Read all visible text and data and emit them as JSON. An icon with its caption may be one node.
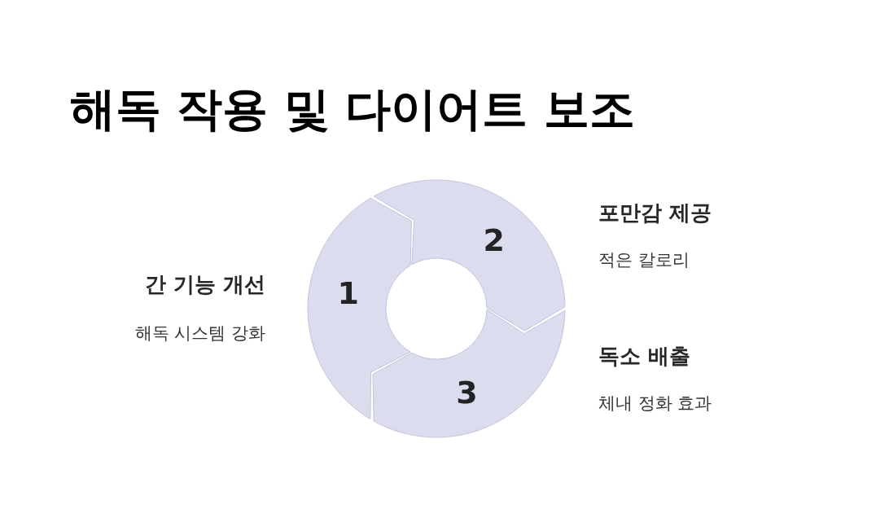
{
  "diagram": {
    "title": "해독 작용 및 다이어트 보조",
    "nodes": [
      {
        "text": [
          "1"
        ],
        "beside": [
          "간 기능 개선",
          "해독 시스템 강화"
        ]
      },
      {
        "text": [
          "2"
        ],
        "beside": [
          "포만감 제공",
          "적은 칼로리"
        ]
      },
      {
        "text": [
          "3"
        ],
        "beside": [
          "독소 배출",
          "체내 정화 효과"
        ]
      }
    ]
  }
}
